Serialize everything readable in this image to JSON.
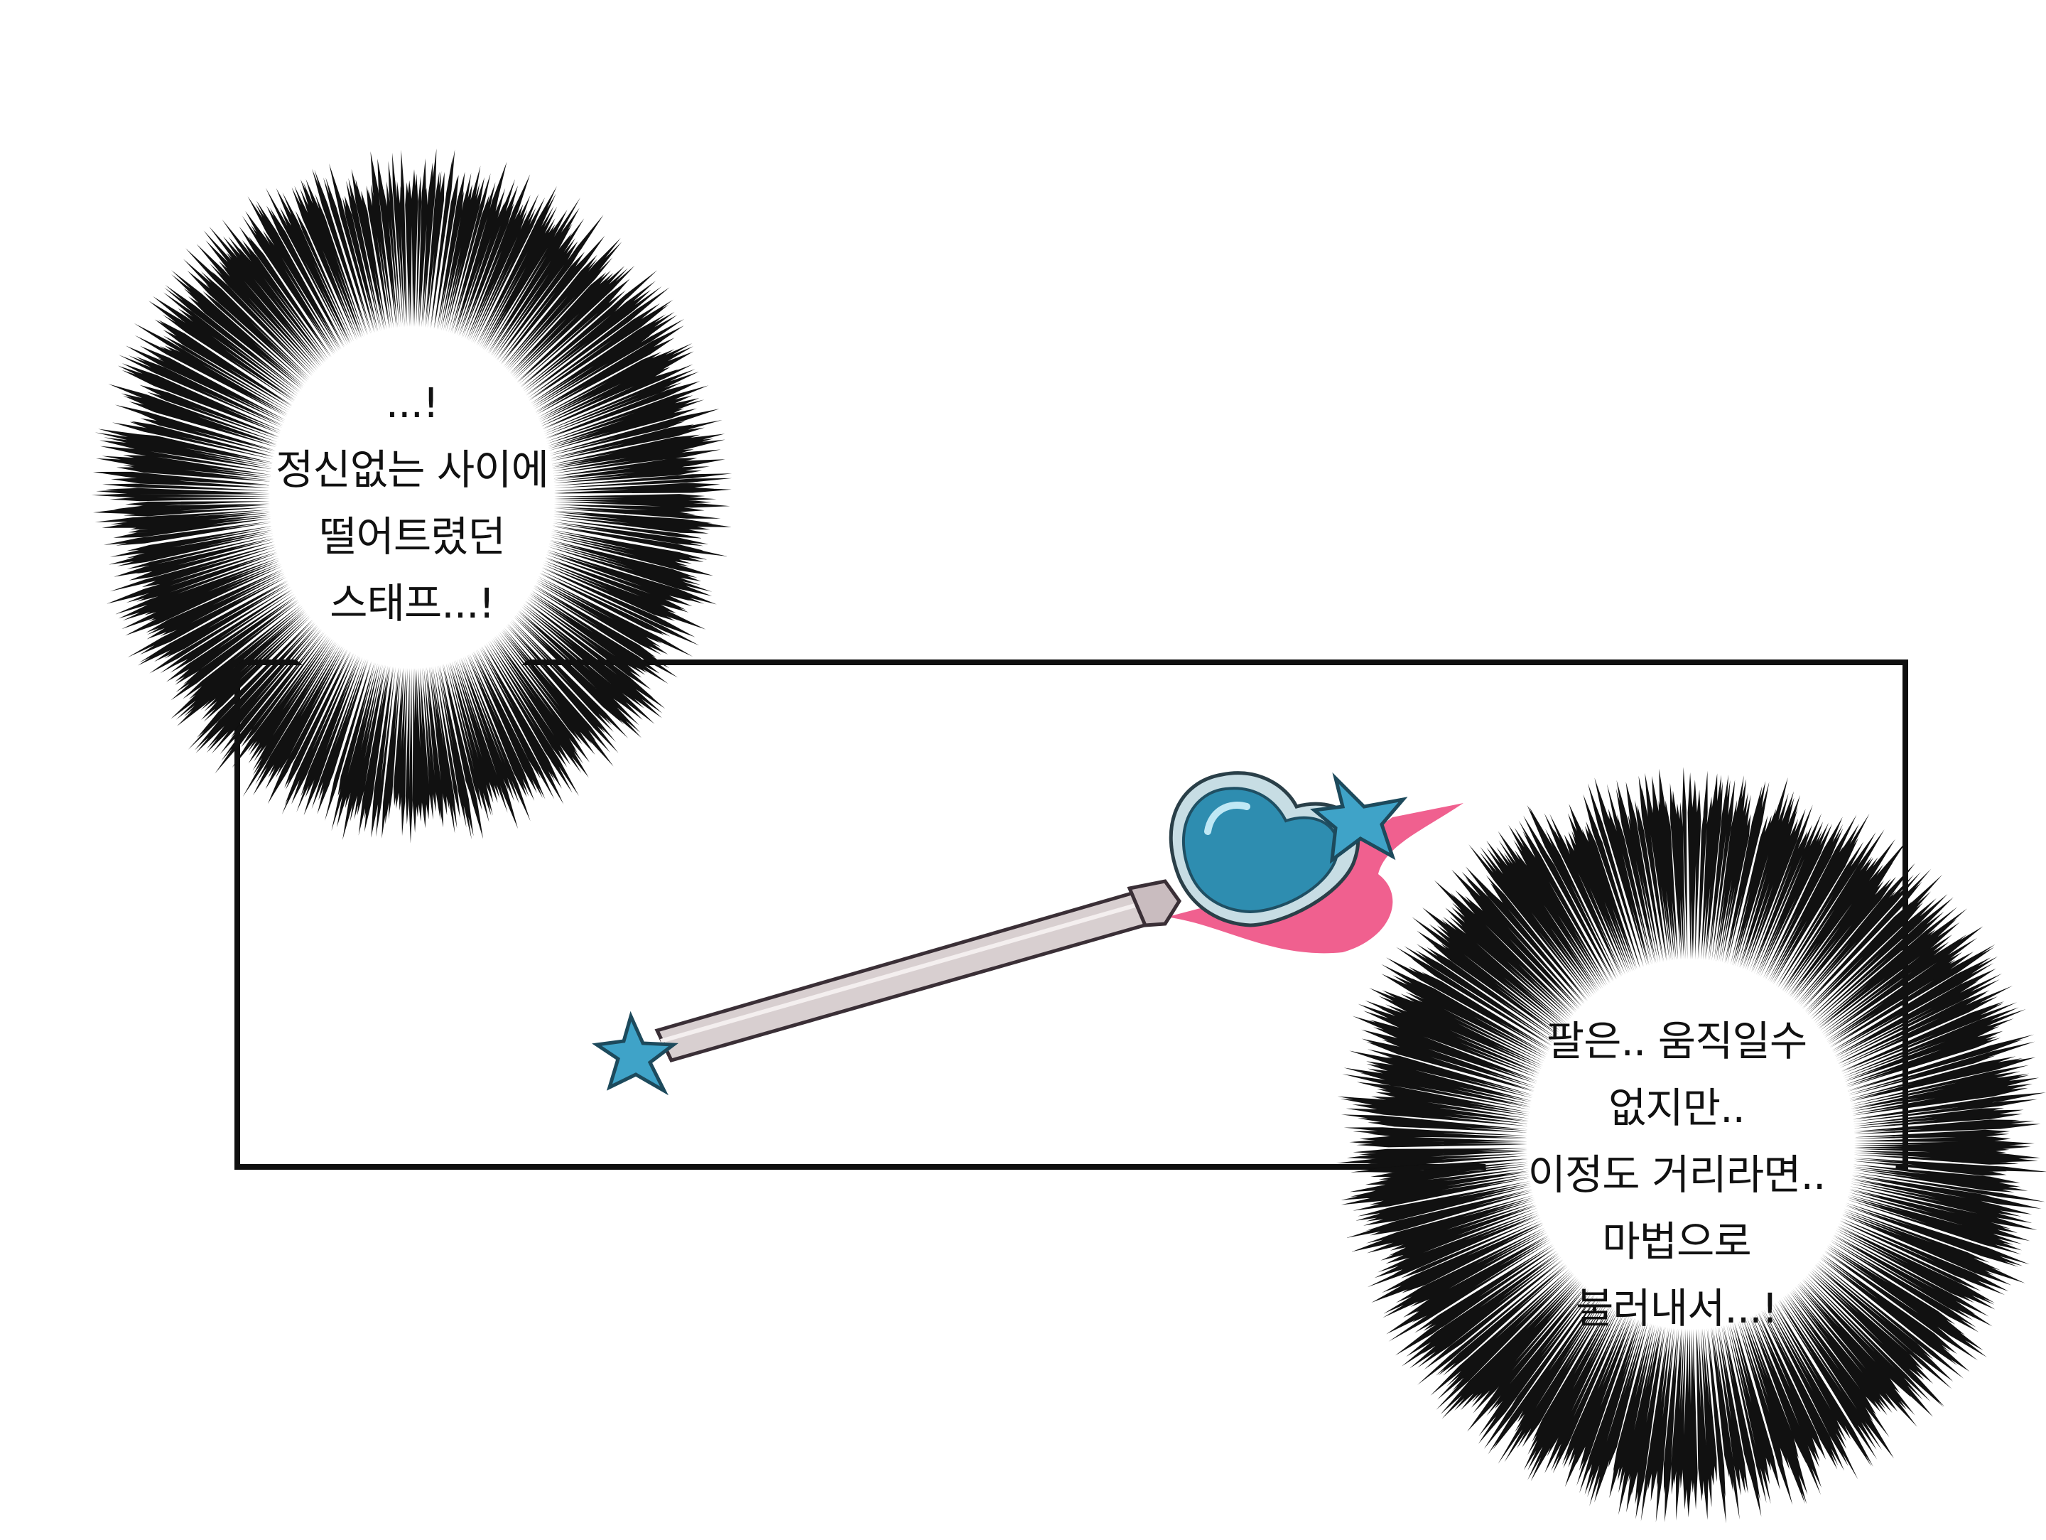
{
  "scene": {
    "background_color": "#ffffff",
    "panel_border_color": "#0f0f0f",
    "burst_color": "#111111"
  },
  "wand": {
    "head_icon": "heart-gem-icon",
    "star_icon": "star-icon",
    "gem_color": "#2e8db0",
    "star_color": "#3fa3c8",
    "shaft_color": "#d8cfd0",
    "shadow_color": "#f0608f"
  },
  "bubbles": {
    "left": {
      "lines": [
        "...!",
        "정신없는 사이에",
        "떨어트렸던",
        "스태프...!"
      ]
    },
    "right": {
      "lines": [
        "팔은.. 움직일수",
        "없지만..",
        "이정도 거리라면..",
        "마법으로",
        "불러내서...!"
      ]
    }
  }
}
